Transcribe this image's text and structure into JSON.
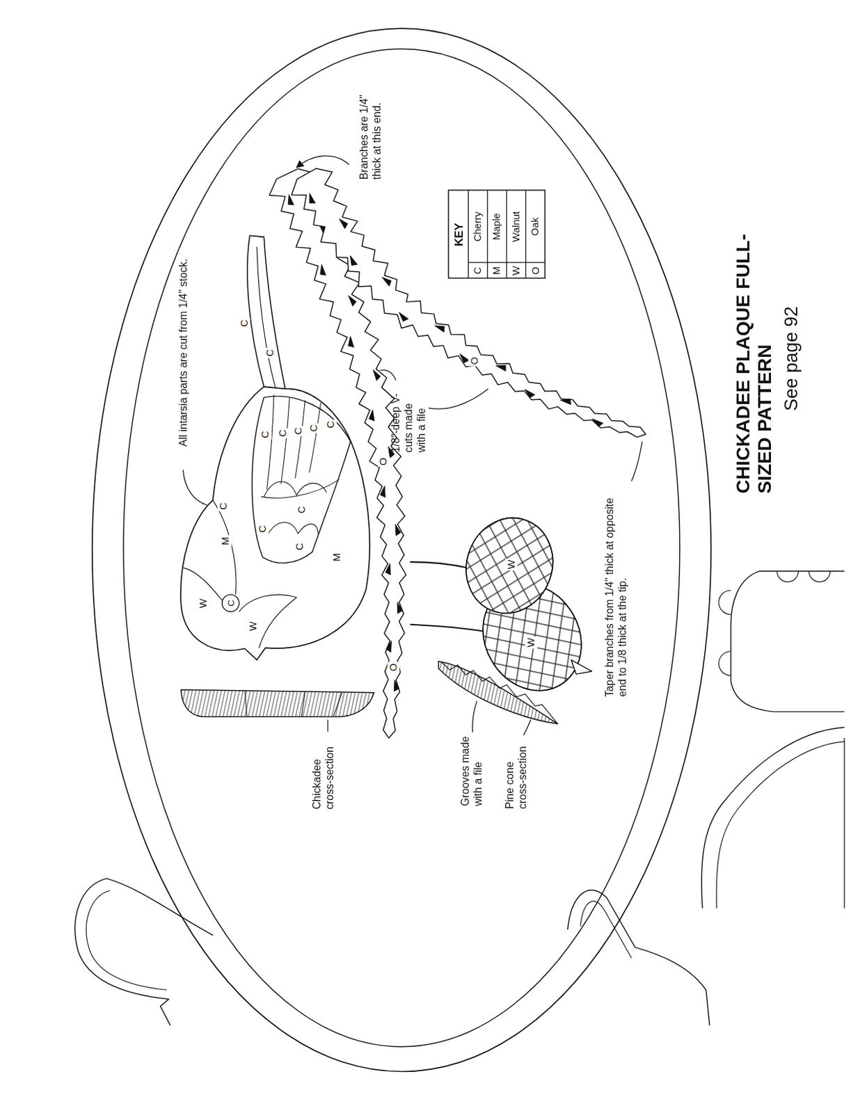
{
  "diagram": {
    "title": "CHICKADEE PLAQUE FULL-SIZED PATTERN",
    "caption": "See page 92",
    "labels": [
      "All intarsia parts are cut from 1/4\" stock.",
      "Branches are 1/4\" thick at this end.",
      "KEY",
      "C",
      "Cherry",
      "M",
      "Maple",
      "W",
      "Walnut",
      "O",
      "Oak",
      "C",
      "C",
      "C",
      "C",
      "C",
      "C",
      "C",
      "C",
      "C",
      "C",
      "C",
      "C",
      "M",
      "M",
      "W",
      "W",
      "W",
      "W",
      "O",
      "O",
      "O",
      "1/8\"-deep V-cuts made with a file",
      "Taper branches from 1/4\" thick at opposite end to 1/8 thick at the tip.",
      "Chickadee cross-section",
      "Grooves made with a file",
      "Pine cone cross-section"
    ]
  }
}
